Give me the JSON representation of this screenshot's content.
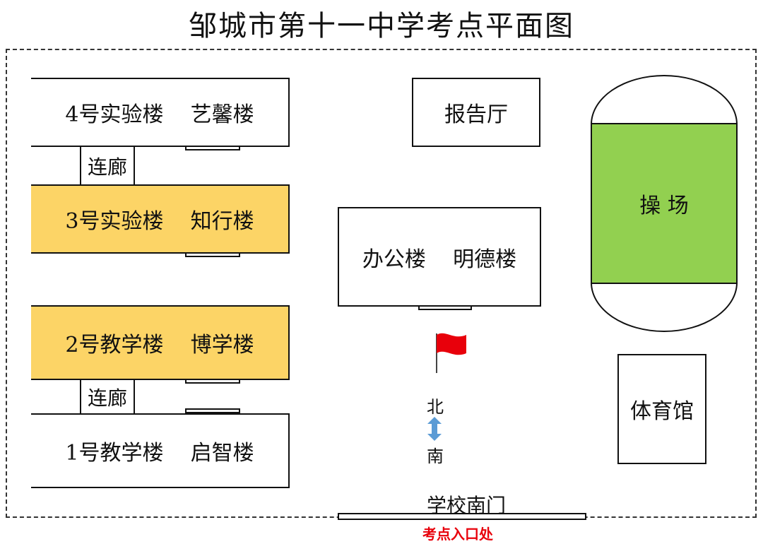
{
  "title": "邹城市第十一中学考点平面图",
  "buildings": {
    "lab4": "4号实验楼    艺馨楼",
    "lab3": "3号实验楼    知行楼",
    "teach2": "2号教学楼    博学楼",
    "teach1": "1号教学楼    启智楼",
    "hall": "报告厅",
    "office": "办公楼    明德楼",
    "gym": "体育馆",
    "playground": "操  场"
  },
  "corridor_label": "连廊",
  "compass": {
    "north": "北",
    "south": "南"
  },
  "gate": "学校南门",
  "entrance": "考点入口处",
  "colors": {
    "exam_building": "#fcd466",
    "playground": "#92d050",
    "flag": "#e8000b",
    "arrow": "#5b9bd5",
    "entrance_text": "#e8000b"
  }
}
